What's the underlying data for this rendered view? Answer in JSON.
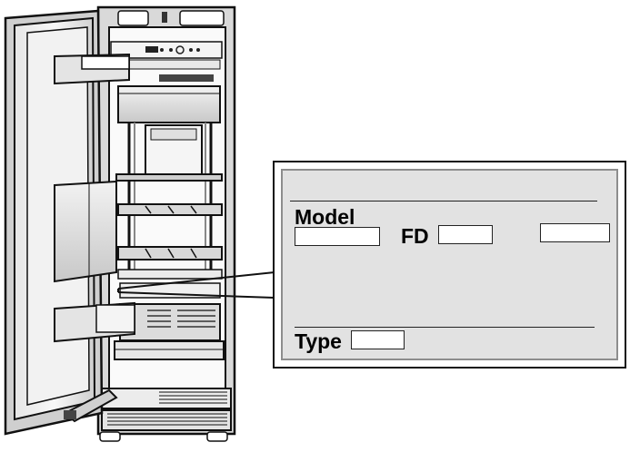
{
  "rating_plate": {
    "model_label": "Model",
    "fd_label": "FD",
    "type_label": "Type",
    "model_value": "",
    "fd_value": "",
    "extra_value": "",
    "type_value": ""
  },
  "colors": {
    "outline": "#111111",
    "plate_fill": "#e2e2e2",
    "plate_border": "#8d8d8d",
    "fridge_gray": "#d9d9d9"
  }
}
